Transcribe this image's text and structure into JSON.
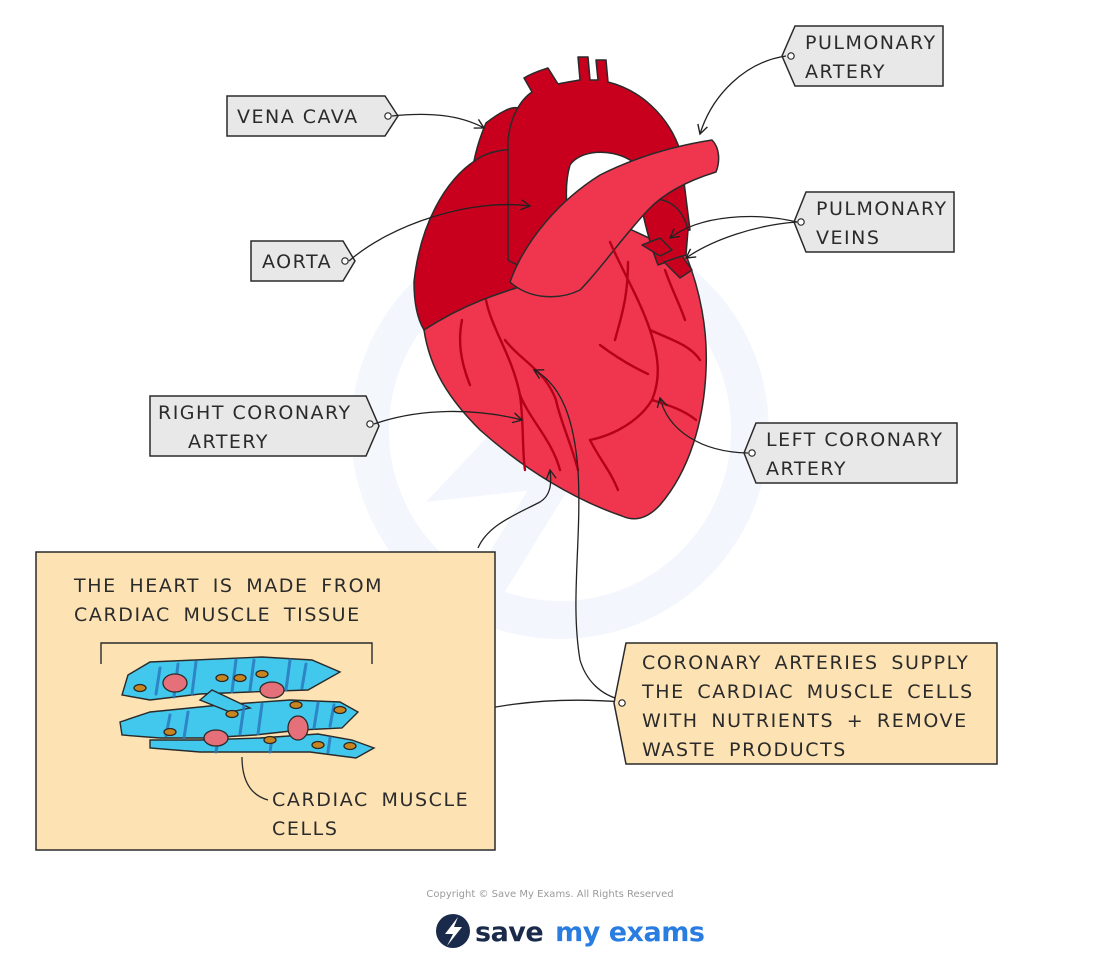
{
  "labels": {
    "pulmonary_artery": [
      "PULMONARY",
      "ARTERY"
    ],
    "vena_cava": [
      "VENA  CAVA"
    ],
    "pulmonary_veins": [
      "PULMONARY",
      "VEINS"
    ],
    "aorta": [
      "AORTA"
    ],
    "right_coronary_artery": [
      "RIGHT  CORONARY",
      "ARTERY"
    ],
    "left_coronary_artery": [
      "LEFT  CORONARY",
      "ARTERY"
    ]
  },
  "notes": {
    "heart_tissue": [
      "THE HEART IS MADE FROM",
      "CARDIAC MUSCLE TISSUE"
    ],
    "cardiac_cells": [
      "CARDIAC MUSCLE",
      "CELLS"
    ],
    "coronary_function": [
      "CORONARY ARTERIES SUPPLY",
      "THE CARDIAC MUSCLE CELLS",
      "WITH NUTRIENTS + REMOVE",
      "WASTE PRODUCTS"
    ]
  },
  "footer": {
    "copyright": "Copyright © Save My Exams. All Rights Reserved",
    "brand_part1": "save",
    "brand_part2": "my exams"
  },
  "colors": {
    "dark_red": "#c8001e",
    "light_red": "#f0364e",
    "vessel": "#b5001a",
    "label_fill": "#e8e8e8",
    "note_fill": "#fde3b3",
    "cell_blue": "#41c8ec",
    "brand_navy": "#1a2a4a",
    "brand_blue": "#2a7de0"
  }
}
